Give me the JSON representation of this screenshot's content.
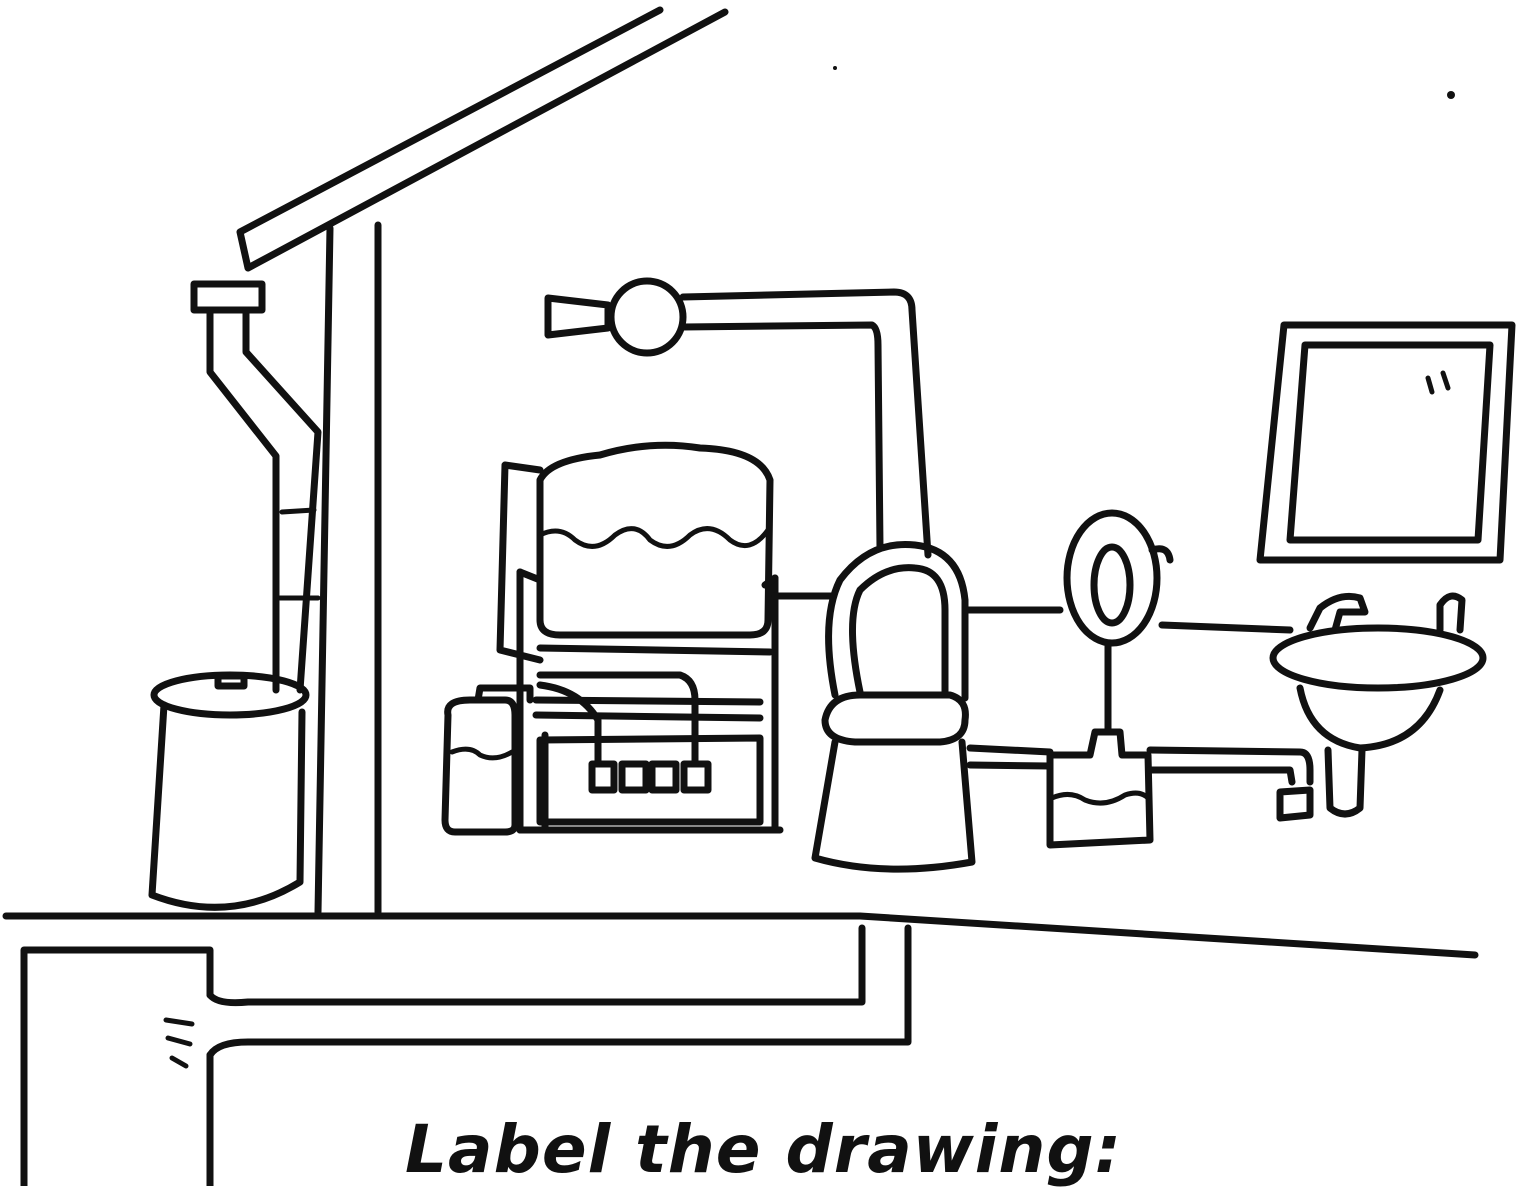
{
  "caption": "Label the drawing:",
  "colors": {
    "ink": "#111111",
    "paper": "#ffffff"
  },
  "parts": [
    "roof",
    "roof-gutter",
    "downpipe",
    "rainwater-tank",
    "outer-wall",
    "water-heater-tank",
    "stove-with-burners",
    "gas-cylinder",
    "ventilation-fan",
    "vent-duct",
    "toilet",
    "mirror",
    "window",
    "washbasin",
    "tap",
    "water-bucket",
    "floor",
    "drain-pipe",
    "septic-tank"
  ]
}
